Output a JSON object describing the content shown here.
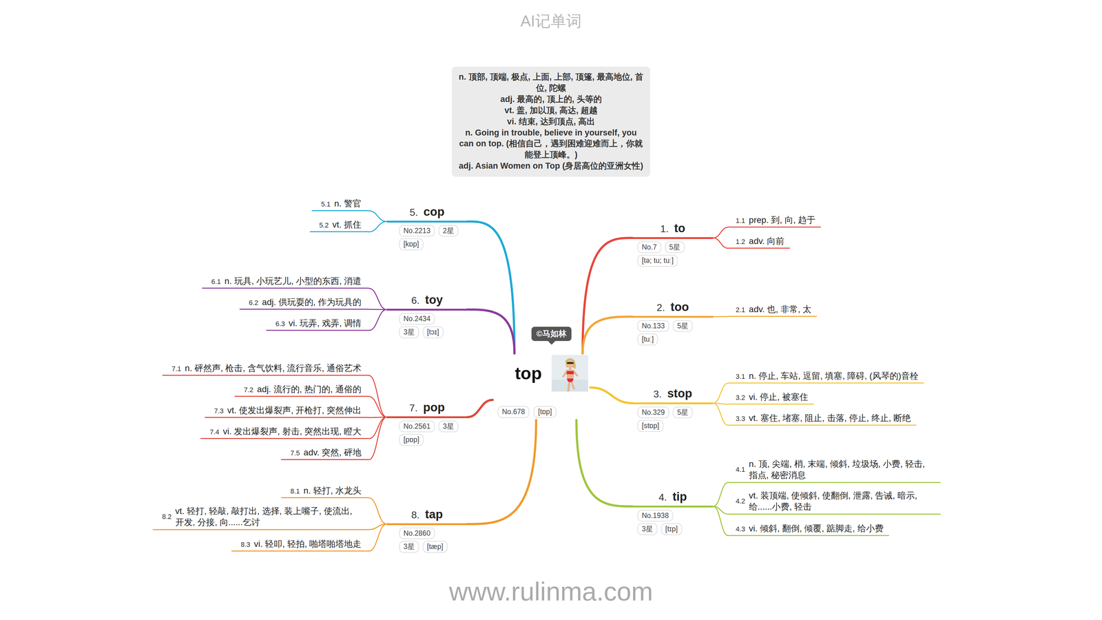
{
  "diagram": {
    "title": "AI记单词",
    "nodes": [
      {
        "text": [
          "n. 顶部, 顶端, 极点, 上面, 上部, 顶篷, 最高地位, 首位, 陀螺",
          "adj. 最高的, 顶上的, 头等的",
          "vt. 盖, 加以顶, 高达, 超越",
          "vi. 结束, 达到顶点, 高出",
          "n. Going in trouble, believe in yourself, you can on top. (相信自己，遇到困难迎难而上，你就能登上顶峰。)",
          "adj. Asian Women on Top (身居高位的亚洲女性)"
        ]
      },
      {
        "text": [
          "©马如林"
        ]
      },
      {
        "text": [
          "top"
        ]
      },
      {
        "text": [
          "No.678"
        ],
        "in": 2
      },
      {
        "text": [
          "[tɒp]"
        ],
        "in": 2
      },
      {
        "text": [
          "1.",
          "to"
        ]
      },
      {
        "text": [
          "No.7"
        ],
        "in": 5
      },
      {
        "text": [
          "5星"
        ],
        "in": 5
      },
      {
        "text": [
          "[tə; tu; tuː]"
        ],
        "in": 5
      },
      {
        "text": [
          "1.1",
          "prep. 到, 向, 趋于"
        ]
      },
      {
        "text": [
          "1.2",
          "adv. 向前"
        ]
      },
      {
        "text": [
          "2.",
          "too"
        ]
      },
      {
        "text": [
          "No.133"
        ],
        "in": 11
      },
      {
        "text": [
          "5星"
        ],
        "in": 11
      },
      {
        "text": [
          "[tuː]"
        ],
        "in": 11
      },
      {
        "text": [
          "2.1",
          "adv. 也, 非常, 太"
        ]
      },
      {
        "text": [
          "3.",
          "stop"
        ]
      },
      {
        "text": [
          "No.329"
        ],
        "in": 16
      },
      {
        "text": [
          "5星"
        ],
        "in": 16
      },
      {
        "text": [
          "[stɒp]"
        ],
        "in": 16
      },
      {
        "text": [
          "3.1",
          "n. 停止, 车站, 逗留, 填塞, 障碍, (风琴的)音栓"
        ]
      },
      {
        "text": [
          "3.2",
          "vi. 停止, 被塞住"
        ]
      },
      {
        "text": [
          "3.3",
          "vt. 塞住, 堵塞, 阻止, 击落, 停止, 终止, 断绝"
        ]
      },
      {
        "text": [
          "4.",
          "tip"
        ]
      },
      {
        "text": [
          "No.1938"
        ],
        "in": 23
      },
      {
        "text": [
          "3星"
        ],
        "in": 23
      },
      {
        "text": [
          "[tɪp]"
        ],
        "in": 23
      },
      {
        "text": [
          "4.1",
          "n. 顶, 尖端, 梢, 末端, 倾斜, 垃圾场, 小费, 轻击, 指点, 秘密消息"
        ]
      },
      {
        "text": [
          "4.2",
          "vt. 装顶端, 使倾斜, 使翻倒, 泄露, 告诫, 暗示, 给......小费, 轻击"
        ]
      },
      {
        "text": [
          "4.3",
          "vi. 倾斜, 翻倒, 倾覆, 踮脚走, 给小费"
        ]
      },
      {
        "text": [
          "5.",
          "cop"
        ]
      },
      {
        "text": [
          "No.2213"
        ],
        "in": 30
      },
      {
        "text": [
          "2星"
        ],
        "in": 30
      },
      {
        "text": [
          "[kɒp]"
        ],
        "in": 30
      },
      {
        "text": [
          "5.1",
          "n. 警官"
        ]
      },
      {
        "text": [
          "5.2",
          "vt. 抓住"
        ]
      },
      {
        "text": [
          "6.",
          "toy"
        ]
      },
      {
        "text": [
          "No.2434"
        ],
        "in": 36
      },
      {
        "text": [
          "3星"
        ],
        "in": 36
      },
      {
        "text": [
          "[tɔɪ]"
        ],
        "in": 36
      },
      {
        "text": [
          "6.1",
          "n. 玩具, 小玩艺儿, 小型的东西, 消遣"
        ]
      },
      {
        "text": [
          "6.2",
          "adj. 供玩耍的, 作为玩具的"
        ]
      },
      {
        "text": [
          "6.3",
          "vi. 玩弄, 戏弄, 调情"
        ]
      },
      {
        "text": [
          "7.",
          "pop"
        ]
      },
      {
        "text": [
          "No.2561"
        ],
        "in": 43
      },
      {
        "text": [
          "3星"
        ],
        "in": 43
      },
      {
        "text": [
          "[pɒp]"
        ],
        "in": 43
      },
      {
        "text": [
          "7.1",
          "n. 砰然声, 枪击, 含气饮料, 流行音乐, 通俗艺术"
        ]
      },
      {
        "text": [
          "7.2",
          "adj. 流行的, 热门的, 通俗的"
        ]
      },
      {
        "text": [
          "7.3",
          "vt. 使发出爆裂声, 开枪打, 突然伸出"
        ]
      },
      {
        "text": [
          "7.4",
          "vi. 发出爆裂声, 射击, 突然出现, 瞪大"
        ]
      },
      {
        "text": [
          "7.5",
          "adv. 突然, 砰地"
        ]
      },
      {
        "text": [
          "8.",
          "tap"
        ]
      },
      {
        "text": [
          "No.2860"
        ],
        "in": 52
      },
      {
        "text": [
          "3星"
        ],
        "in": 52
      },
      {
        "text": [
          "[tæp]"
        ],
        "in": 52
      },
      {
        "text": [
          "8.1",
          "n. 轻打, 水龙头"
        ]
      },
      {
        "text": [
          "8.2",
          "vt. 轻打, 轻敲, 敲打出, 选择, 装上嘴子, 使流出, 开发, 分接, 向......乞讨"
        ]
      },
      {
        "text": [
          "8.3",
          "vi. 轻叩, 轻拍, 啪塔啪塔地走"
        ]
      }
    ],
    "edges": [
      {
        "from": 2,
        "to": 5,
        "arrow": "none"
      },
      {
        "from": 5,
        "to": 9,
        "arrow": "none"
      },
      {
        "from": 5,
        "to": 10,
        "arrow": "none"
      },
      {
        "from": 2,
        "to": 11,
        "arrow": "none"
      },
      {
        "from": 11,
        "to": 15,
        "arrow": "none"
      },
      {
        "from": 2,
        "to": 16,
        "arrow": "none"
      },
      {
        "from": 16,
        "to": 20,
        "arrow": "none"
      },
      {
        "from": 16,
        "to": 21,
        "arrow": "none"
      },
      {
        "from": 16,
        "to": 22,
        "arrow": "none"
      },
      {
        "from": 2,
        "to": 23,
        "arrow": "none"
      },
      {
        "from": 23,
        "to": 27,
        "arrow": "none"
      },
      {
        "from": 23,
        "to": 28,
        "arrow": "none"
      },
      {
        "from": 23,
        "to": 29,
        "arrow": "none"
      },
      {
        "from": 2,
        "to": 30,
        "arrow": "none"
      },
      {
        "from": 30,
        "to": 34,
        "arrow": "none"
      },
      {
        "from": 30,
        "to": 35,
        "arrow": "none"
      },
      {
        "from": 2,
        "to": 36,
        "arrow": "none"
      },
      {
        "from": 36,
        "to": 40,
        "arrow": "none"
      },
      {
        "from": 36,
        "to": 41,
        "arrow": "none"
      },
      {
        "from": 36,
        "to": 42,
        "arrow": "none"
      },
      {
        "from": 2,
        "to": 43,
        "arrow": "none"
      },
      {
        "from": 43,
        "to": 47,
        "arrow": "none"
      },
      {
        "from": 43,
        "to": 48,
        "arrow": "none"
      },
      {
        "from": 43,
        "to": 49,
        "arrow": "none"
      },
      {
        "from": 43,
        "to": 50,
        "arrow": "none"
      },
      {
        "from": 43,
        "to": 51,
        "arrow": "none"
      },
      {
        "from": 2,
        "to": 52,
        "arrow": "none"
      },
      {
        "from": 52,
        "to": 56,
        "arrow": "none"
      },
      {
        "from": 52,
        "to": 57,
        "arrow": "none"
      },
      {
        "from": 52,
        "to": 58,
        "arrow": "none"
      }
    ],
    "labels": [
      "www.rulinma.com"
    ]
  }
}
